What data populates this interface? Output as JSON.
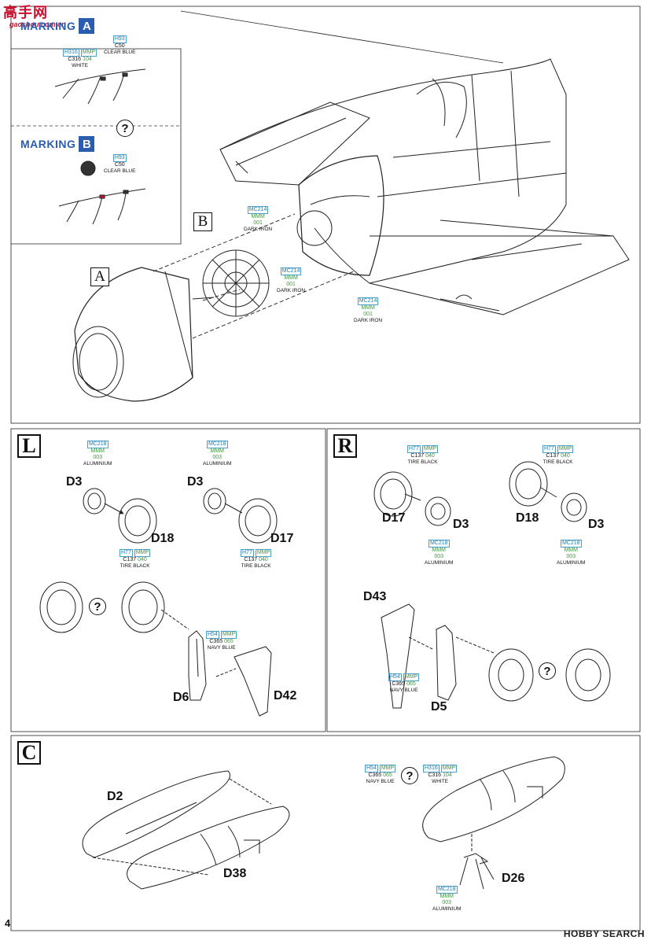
{
  "watermark": {
    "main": "高手网",
    "sub": "gaoshou.com.cn",
    "bottom_right": "HOBBY SEARCH"
  },
  "markings": [
    {
      "label": "MARKING",
      "letter": "A"
    },
    {
      "label": "MARKING",
      "letter": "B"
    }
  ],
  "paints": {
    "clear_blue_a": {
      "h": "H93",
      "c": "C50",
      "name": "CLEAR BLUE"
    },
    "white_a": {
      "h": "H316",
      "mmp": "MMP",
      "c": "C316",
      "mmp_no": "104",
      "name": "WHITE"
    },
    "clear_blue_b": {
      "h": "H93",
      "c": "C50",
      "name": "CLEAR BLUE"
    },
    "dark_iron_1": {
      "mc": "MC214",
      "mmm": "MMM",
      "no": "001",
      "name": "DARK IRON"
    },
    "dark_iron_2": {
      "mc": "MC214",
      "mmm": "MMM",
      "no": "001",
      "name": "DARK IRON"
    },
    "dark_iron_3": {
      "mc": "MC214",
      "mmm": "MMM",
      "no": "001",
      "name": "DARK IRON"
    },
    "alum_l1": {
      "mc": "MC218",
      "mmm": "MMM",
      "no": "003",
      "name": "ALUMINIUM"
    },
    "alum_l2": {
      "mc": "MC218",
      "mmm": "MMM",
      "no": "003",
      "name": "ALUMINIUM"
    },
    "tire_l1": {
      "h": "H77",
      "mmp": "MMP",
      "c": "C137",
      "mmp_no": "040",
      "name": "TIRE BLACK"
    },
    "tire_l2": {
      "h": "H77",
      "mmp": "MMP",
      "c": "C137",
      "mmp_no": "040",
      "name": "TIRE BLACK"
    },
    "navy_l": {
      "h": "H54",
      "mmp": "MMP",
      "c": "C365",
      "mmp_no": "065",
      "name": "NAVY BLUE"
    },
    "tire_r1": {
      "h": "H77",
      "mmp": "MMP",
      "c": "C137",
      "mmp_no": "040",
      "name": "TIRE BLACK"
    },
    "tire_r2": {
      "h": "H77",
      "mmp": "MMP",
      "c": "C137",
      "mmp_no": "040",
      "name": "TIRE BLACK"
    },
    "alum_r1": {
      "mc": "MC218",
      "mmm": "MMM",
      "no": "003",
      "name": "ALUMINIUM"
    },
    "alum_r2": {
      "mc": "MC218",
      "mmm": "MMM",
      "no": "003",
      "name": "ALUMINIUM"
    },
    "navy_r": {
      "h": "H54",
      "mmp": "MMP",
      "c": "C365",
      "mmp_no": "065",
      "name": "NAVY BLUE"
    },
    "navy_c": {
      "h": "H54",
      "mmp": "MMP",
      "c": "C365",
      "mmp_no": "065",
      "name": "NAVY BLUE"
    },
    "white_c": {
      "h": "H316",
      "mmp": "MMP",
      "c": "C316",
      "mmp_no": "104",
      "name": "WHITE"
    },
    "alum_c": {
      "mc": "MC218",
      "mmm": "MMM",
      "no": "003",
      "name": "ALUMINIUM"
    }
  },
  "callouts": {
    "a": "A",
    "b": "B"
  },
  "sections": {
    "l": "L",
    "r": "R",
    "c": "C"
  },
  "qmark": "?",
  "parts": {
    "l_d3a": "D3",
    "l_d18": "D18",
    "l_d3b": "D3",
    "l_d17": "D17",
    "l_d6": "D6",
    "l_d42": "D42",
    "r_d17": "D17",
    "r_d3a": "D3",
    "r_d18": "D18",
    "r_d3b": "D3",
    "r_d43": "D43",
    "r_d5": "D5",
    "c_d2": "D2",
    "c_d38": "D38",
    "c_d26": "D26"
  },
  "page_number": "4"
}
